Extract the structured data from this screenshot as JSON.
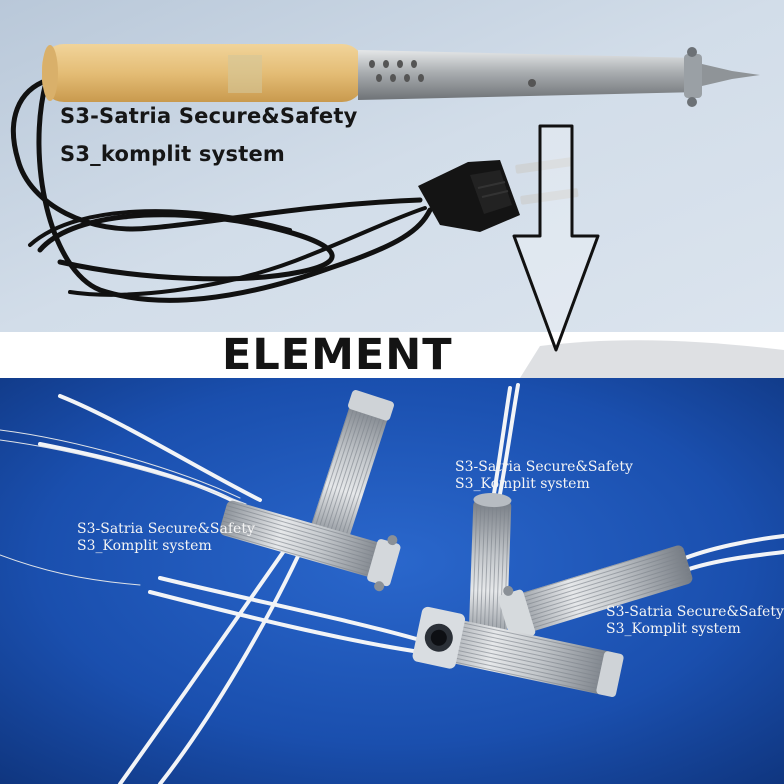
{
  "top_photo": {
    "caption_line1": "S3-Satria Secure&Safety",
    "caption_line2": "S3_komplit system"
  },
  "headline": "ELEMENT",
  "bottom_photo": {
    "watermarks": [
      {
        "line1": "S3-Satria Secure&Safety",
        "line2": "S3_Komplit system"
      },
      {
        "line1": "S3-Satria Secure&Safety",
        "line2": "S3_Komplit system"
      },
      {
        "line1": "S3-Satria Secure&Safety",
        "line2": "S3_Komplit system"
      }
    ]
  },
  "colors": {
    "top_background": "#cdd9e6",
    "bottom_background": "#1b52b3",
    "handle": "#e6c07a",
    "metal": "#b9bcbe",
    "cable": "#111111"
  },
  "icons": [
    "down-arrow-icon"
  ]
}
